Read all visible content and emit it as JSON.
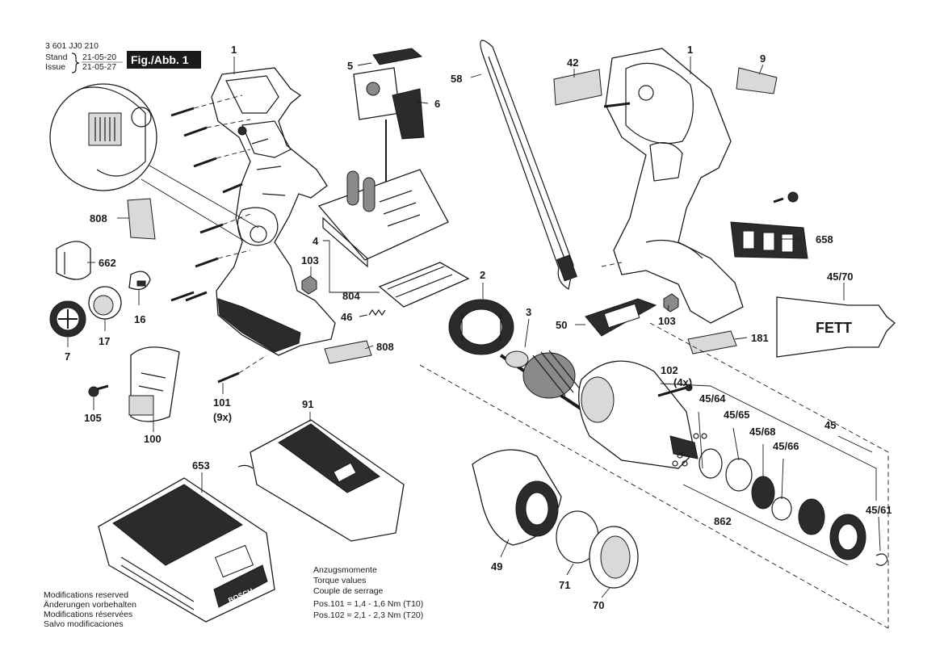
{
  "header": {
    "doc_number": "3 601 JJ0 210",
    "stand_label": "Stand",
    "issue_label": "Issue",
    "stand_date": "21-05-20",
    "issue_date": "21-05-27",
    "figure_label": "Fig./Abb. 1"
  },
  "labels": {
    "l1a": "1",
    "l1b": "1",
    "l5": "5",
    "l6": "6",
    "l58": "58",
    "l42": "42",
    "l9": "9",
    "l808a": "808",
    "l4": "4",
    "l662": "662",
    "l103a": "103",
    "l804": "804",
    "l2": "2",
    "l658": "658",
    "l4570": "45/70",
    "l16": "16",
    "l17": "17",
    "l7": "7",
    "l46": "46",
    "l808b": "808",
    "l3": "3",
    "l50": "50",
    "l103b": "103",
    "l181": "181",
    "l102": "102",
    "l4x": "(4x)",
    "l4564": "45/64",
    "l4565": "45/65",
    "l4568": "45/68",
    "l45": "45",
    "l4566": "45/66",
    "l101": "101",
    "l9x": "(9x)",
    "l105": "105",
    "l100": "100",
    "l91": "91",
    "l653": "653",
    "l862": "862",
    "l4561": "45/61",
    "l49": "49",
    "l71": "71",
    "l70": "70"
  },
  "fett_label": "FETT",
  "torque": {
    "line1": "Anzugsmomente",
    "line2": "Torque values",
    "line3": "Couple de serrage",
    "line4": "Pos.101 = 1,4 - 1,6 Nm (T10)",
    "line5": "Pos.102 = 2,1 - 2,3 Nm (T20)"
  },
  "modifications": {
    "en": "Modifications reserved",
    "de": "Änderungen vorbehalten",
    "fr": "Modifications réservées",
    "es": "Salvo modificaciones"
  },
  "battery_brand": "BOSCH"
}
